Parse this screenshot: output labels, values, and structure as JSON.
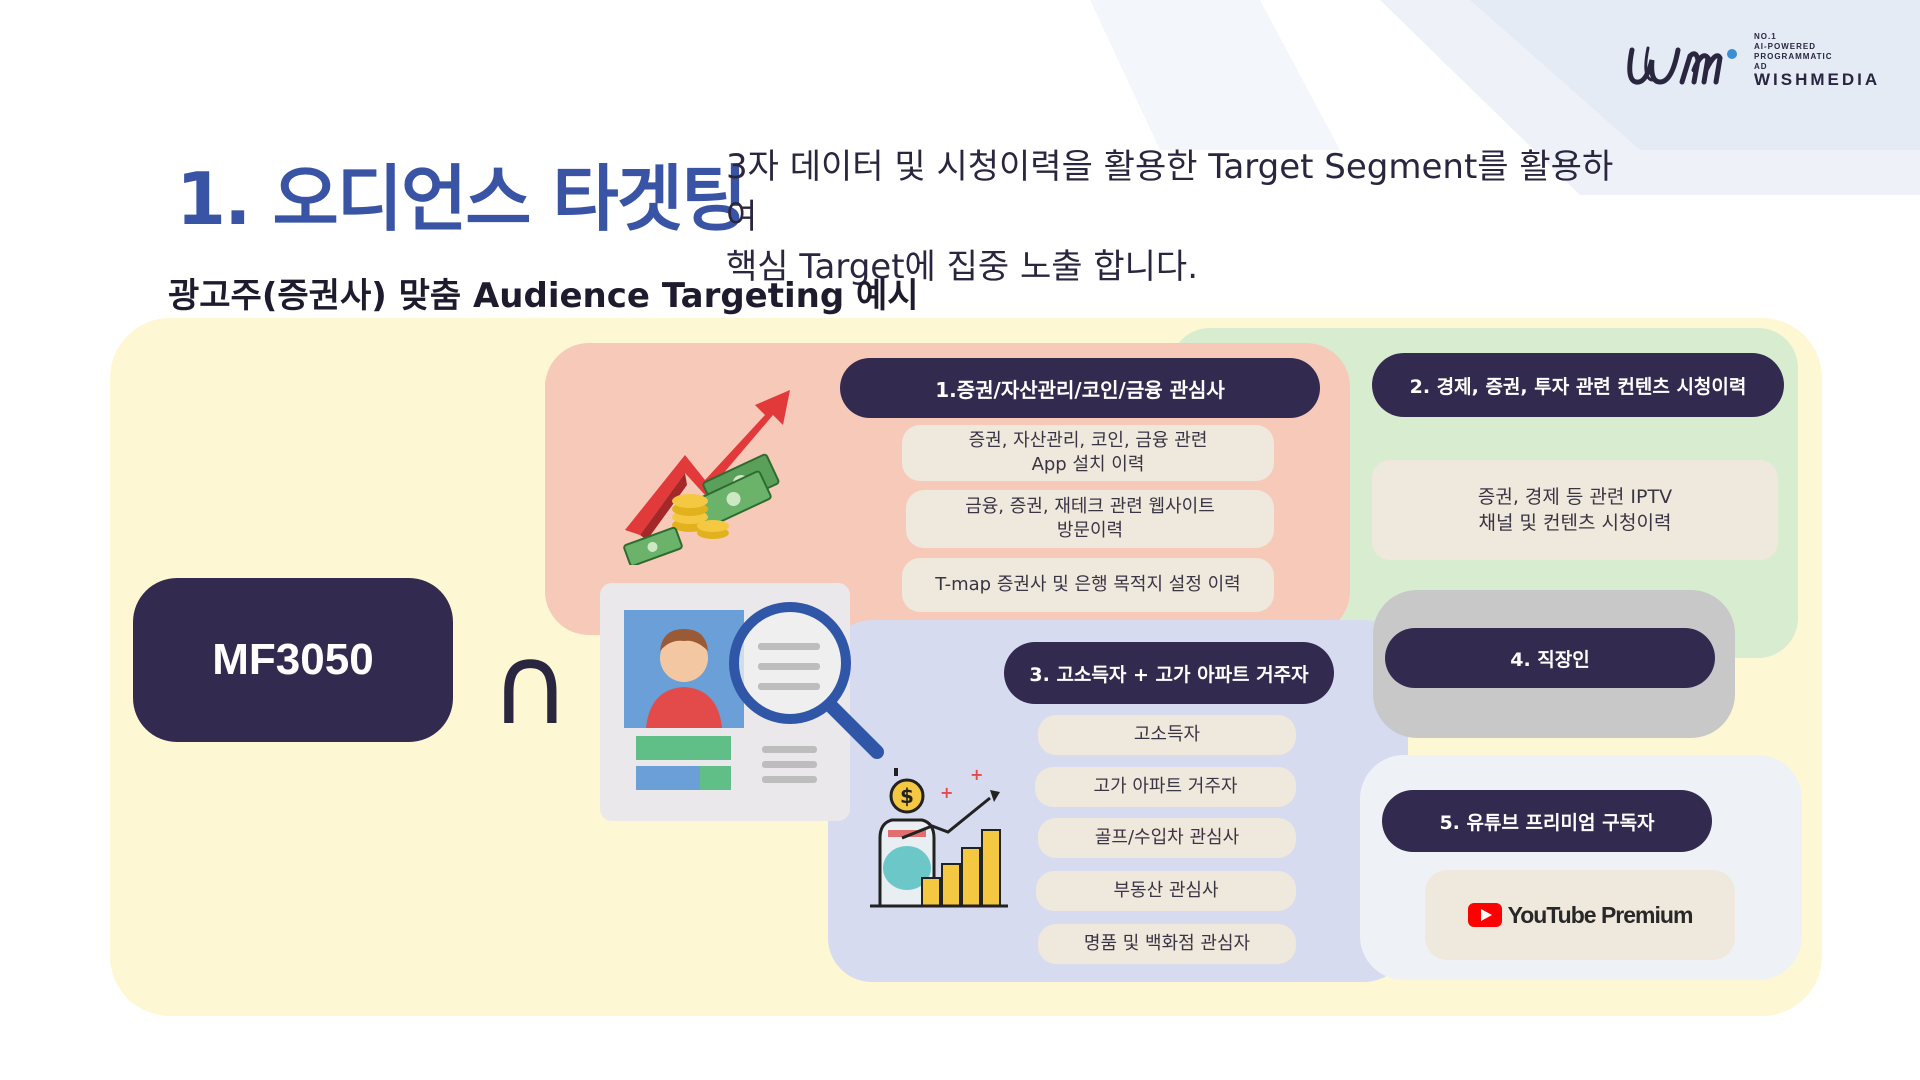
{
  "brand": {
    "logo_tag": "NO.1\nAI-POWERED\nPROGRAMMATIC\nAD",
    "name": "WISHMEDIA",
    "color": "#332b4f"
  },
  "header": {
    "title": "1. 오디언스 타겟팅",
    "desc_line1": "3자 데이터 및 시청이력을 활용한 Target Segment를 활용하여",
    "desc_line2": "핵심 Target에 집중 노출 합니다.",
    "subtitle": "광고주(증권사) 맞춤 Audience Targeting 예시"
  },
  "base_segment": {
    "label": "MF3050",
    "operator": "∩"
  },
  "segments": {
    "s1": {
      "title": "1.증권/자산관리/코인/금융 관심사",
      "items": [
        "증권, 자산관리, 코인, 금융 관련\nApp 설치 이력",
        "금융, 증권, 재테크 관련 웹사이트\n방문이력",
        "T-map 증권사 및 은행 목적지 설정 이력"
      ]
    },
    "s2": {
      "title": "2. 경제, 증권, 투자 관련 컨텐츠 시청이력",
      "items": [
        "증권, 경제 등 관련 IPTV\n채널 및 컨텐츠 시청이력"
      ]
    },
    "s3": {
      "title": "3. 고소득자 + 고가 아파트 거주자",
      "items": [
        "고소득자",
        "고가 아파트 거주자",
        "골프/수입차  관심사",
        "부동산 관심사",
        "명품 및 백화점 관심자"
      ]
    },
    "s4": {
      "title": "4. 직장인"
    },
    "s5": {
      "title": "5. 유튜브 프리미엄 구독자",
      "badge": "YouTube Premium"
    }
  },
  "icons": [
    "trending-up-money-icon",
    "profile-search-icon",
    "investment-growth-icon",
    "youtube-play-icon"
  ],
  "colors": {
    "title_blue": "#3a54a5",
    "panel_yellow": "#fdf7d3",
    "panel_salmon": "#f6c9b8",
    "panel_green": "#d8ecd0",
    "panel_blue": "#d6dbf0",
    "panel_gray": "#c8c8c8",
    "pill_dark": "#332b4f",
    "chip_beige": "#efe8dc"
  }
}
